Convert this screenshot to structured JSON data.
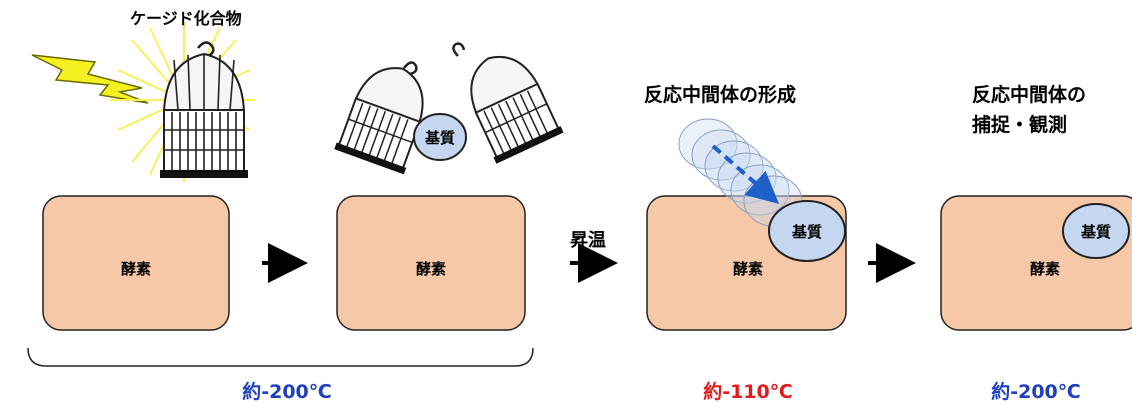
{
  "caged_compound_label": "ケージド化合物",
  "enzyme_label": "酵素",
  "substrate_label": "基質",
  "heating_label": "昇温",
  "intermediate_formation_label": "反応中間体の形成",
  "capture_label_line1": "反応中間体の",
  "capture_label_line2": "捕捉・観測",
  "temperatures": {
    "cold_start": "約-200℃",
    "warm": "約-110℃",
    "cold_end": "約-200℃"
  },
  "colors": {
    "enzyme_fill": "#f6c8a8",
    "substrate_fill": "#c5d6f0",
    "cold_text": "#1f3fbf",
    "warm_text": "#e01b1b",
    "lightning": "#f4f021",
    "motion_arrow": "#1f5fc8"
  },
  "icons": {
    "cage": "birdcage-icon",
    "lightning": "lightning-icon",
    "arrow": "right-arrow-icon"
  }
}
